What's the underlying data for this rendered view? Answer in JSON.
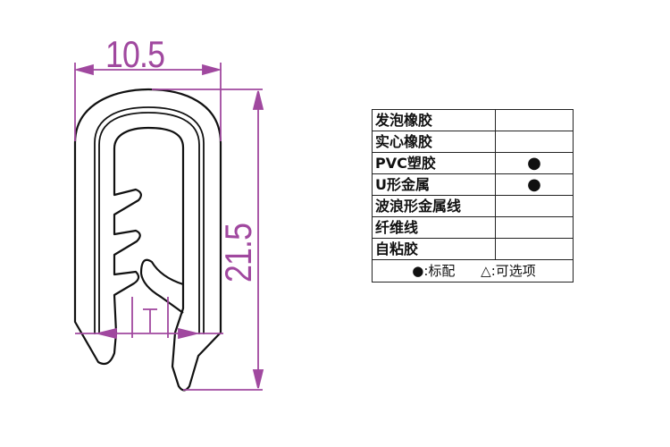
{
  "drawing": {
    "width_dim": "10.5",
    "height_dim": "21.5",
    "gap_label": "T",
    "dim_color": "#a0489f"
  },
  "table": {
    "rows": [
      {
        "label": "发泡橡胶",
        "mark": ""
      },
      {
        "label": "实心橡胶",
        "mark": ""
      },
      {
        "label": "PVC塑胶",
        "mark": "●"
      },
      {
        "label": "U形金属",
        "mark": "●"
      },
      {
        "label": "波浪形金属线",
        "mark": ""
      },
      {
        "label": "纤维线",
        "mark": ""
      },
      {
        "label": "自粘胶",
        "mark": ""
      }
    ],
    "legend": {
      "standard": "●:标配",
      "optional": "△:可选项"
    }
  }
}
